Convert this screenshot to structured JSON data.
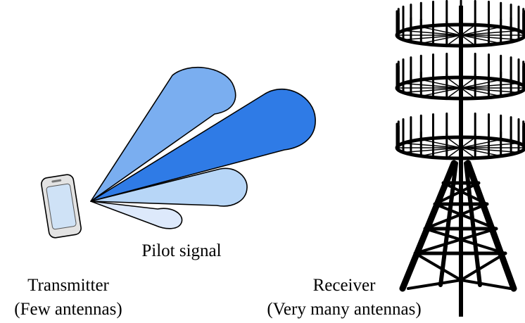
{
  "labels": {
    "pilot": "Pilot signal",
    "transmitter_title": "Transmitter",
    "transmitter_note": "(Few antennas)",
    "receiver_title": "Receiver",
    "receiver_note": "(Very many antennas)"
  },
  "beams": [
    {
      "name": "beam-upper",
      "color": "#7aaef0"
    },
    {
      "name": "beam-main",
      "color": "#2f7be6"
    },
    {
      "name": "beam-mid",
      "color": "#b7d6f7"
    },
    {
      "name": "beam-low",
      "color": "#dde9fb"
    }
  ],
  "colors": {
    "outline": "#000000",
    "phone_body": "#e3e3e3",
    "phone_screen": "#cfe2f6"
  },
  "receiver_rings": 3
}
